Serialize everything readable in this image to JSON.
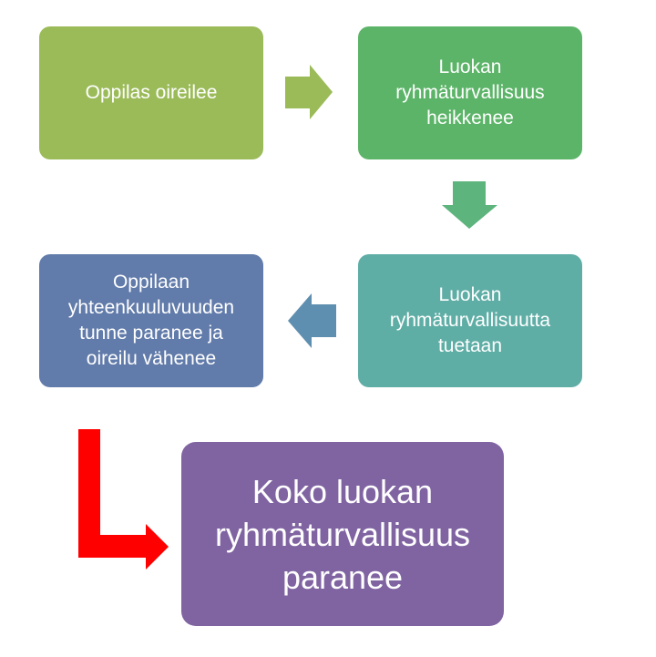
{
  "diagram": {
    "steps": [
      {
        "id": "step-1",
        "text": "Oppilas oireilee",
        "color": "#9BBB59"
      },
      {
        "id": "step-2",
        "text": "Luokan\nryhmäturvallisuus\nheikkenee",
        "color": "#5CB468"
      },
      {
        "id": "step-3",
        "text": "Luokan\nryhmäturvallisuutta\ntuetaan",
        "color": "#5FAEA6"
      },
      {
        "id": "step-4",
        "text": "Oppilaan\nyhteenkuuluvuuden\ntunne paranee ja\noireilu vähenee",
        "color": "#617BAA"
      },
      {
        "id": "outcome",
        "text": "Koko luokan\nryhmäturvallisuus\nparanee",
        "color": "#8064A2"
      }
    ],
    "arrows": [
      {
        "from": "step-1",
        "to": "step-2",
        "direction": "right",
        "color": "#9BBB59"
      },
      {
        "from": "step-2",
        "to": "step-3",
        "direction": "down",
        "color": "#5DB47D"
      },
      {
        "from": "step-3",
        "to": "step-4",
        "direction": "left",
        "color": "#5F8FB0"
      },
      {
        "from": "step-4",
        "to": "outcome",
        "direction": "down-right",
        "color": "#FF0000"
      }
    ]
  }
}
